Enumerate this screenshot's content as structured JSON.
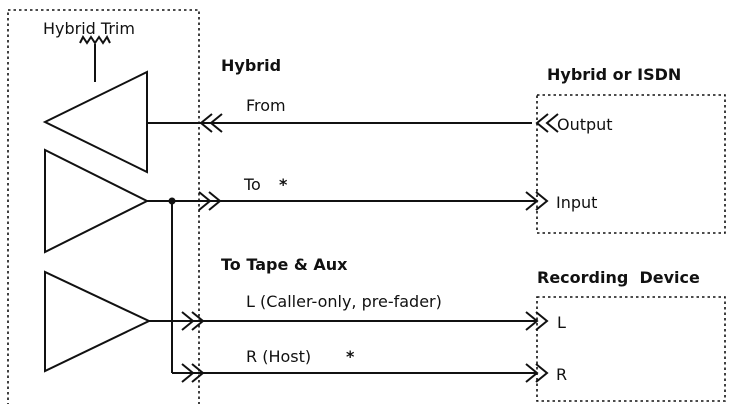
{
  "mixer": {
    "trim_label": "Hybrid Trim"
  },
  "hybrid_section": {
    "heading": "Hybrid",
    "from_label": "From",
    "to_label": "To",
    "to_marker": "*"
  },
  "tape_section": {
    "heading": "To Tape & Aux",
    "left_label": "L (Caller-only, pre-fader)",
    "right_label": "R (Host)",
    "right_marker": "*"
  },
  "hybrid_device": {
    "title": "Hybrid or ISDN",
    "output_label": "Output",
    "input_label": "Input"
  },
  "recording_device": {
    "title": "Recording  Device",
    "left_label": "L",
    "right_label": "R"
  }
}
